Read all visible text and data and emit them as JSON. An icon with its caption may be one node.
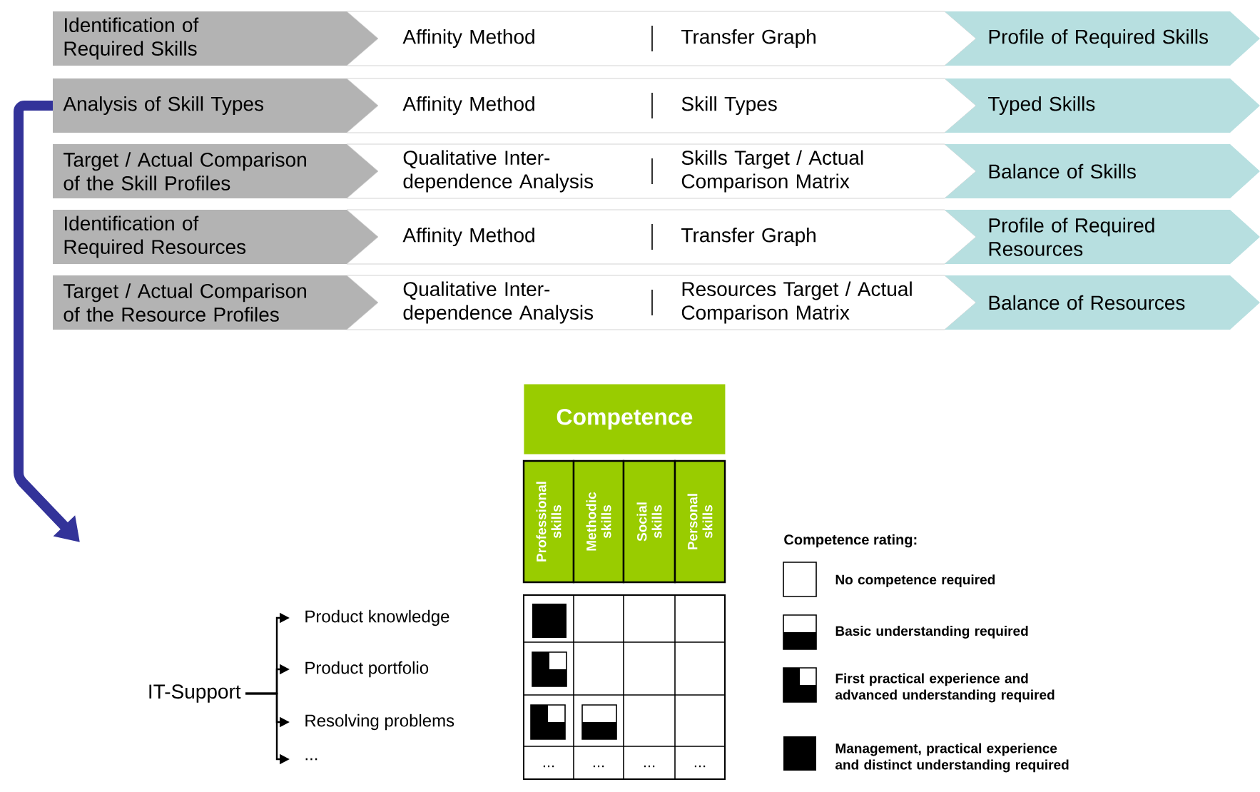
{
  "diagram": {
    "nodes": [
      {
        "text": [
          "Identification of Required Skills"
        ]
      },
      {
        "text": [
          "Affinity Method",
          "Transfer Graph"
        ]
      },
      {
        "text": [
          "Profile of Required Skills"
        ]
      },
      {
        "text": [
          "Analysis of Skill Types"
        ]
      },
      {
        "text": [
          "Affinity Method",
          "Skill Types"
        ]
      },
      {
        "text": [
          "Typed Skills"
        ]
      },
      {
        "text": [
          "Target / Actual Comparison of the Skill Profiles"
        ]
      },
      {
        "text": [
          "Qualitative Inter- dependence Analysis",
          "Skills Target / Actual Comparison Matrix"
        ]
      },
      {
        "text": [
          "Balance of Skills"
        ]
      },
      {
        "text": [
          "Identification of Required Resources"
        ]
      },
      {
        "text": [
          "Affinity Method",
          "Transfer Graph"
        ]
      },
      {
        "text": [
          "Profile of Required Resources"
        ]
      },
      {
        "text": [
          "Target / Actual Comparison of the Resource Profiles"
        ]
      },
      {
        "text": [
          "Qualitative Inter- dependence Analysis",
          "Resources Target / Actual Comparison Matrix"
        ]
      },
      {
        "text": [
          "Balance of Resources"
        ]
      },
      {
        "text": [
          "Competence"
        ]
      },
      {
        "text": [
          "Professional skills"
        ]
      },
      {
        "text": [
          "Methodic skills"
        ]
      },
      {
        "text": [
          "Social skills"
        ]
      },
      {
        "text": [
          "Personal skills"
        ]
      },
      {
        "text": [
          "IT-Support"
        ]
      },
      {
        "text": [
          "Product knowledge"
        ]
      },
      {
        "text": [
          "Product portfolio"
        ]
      },
      {
        "text": [
          "Resolving problems"
        ]
      },
      {
        "text": [
          "..."
        ]
      }
    ],
    "edges": [
      {
        "from": 3,
        "to": null,
        "arrow": "to",
        "style": "thick",
        "color": "#333399"
      },
      {
        "from": 20,
        "to": 21,
        "arrow": "to"
      },
      {
        "from": 20,
        "to": 22,
        "arrow": "to"
      },
      {
        "from": 20,
        "to": 23,
        "arrow": "to"
      },
      {
        "from": 20,
        "to": 24,
        "arrow": "to"
      }
    ],
    "labels": [
      "Competence rating:",
      "...",
      "...",
      "...",
      "..."
    ],
    "legend": [
      {
        "text": "No competence required"
      },
      {
        "text": "Basic understanding required"
      },
      {
        "text": "First practical experience and advanced understanding required"
      },
      {
        "text": "Management, practical experience and distinct understanding required"
      }
    ]
  }
}
